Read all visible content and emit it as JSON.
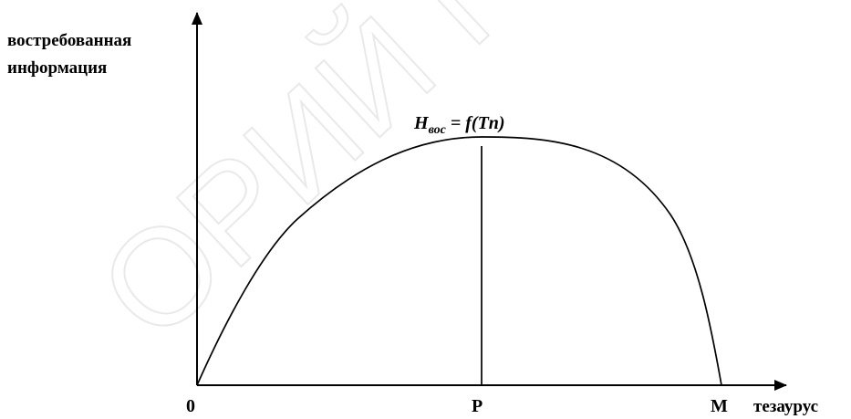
{
  "diagram": {
    "y_axis_label_line1": "востребованная",
    "y_axis_label_line2": "информация",
    "x_axis_label": "тезаурус",
    "tick_origin": "0",
    "tick_peak": "P",
    "tick_max": "M",
    "formula_main": "H",
    "formula_subscript": "вос",
    "formula_rest": " = f(Tn)",
    "watermark_text": "ОРИЙ ГГУ ИМЕ"
  }
}
